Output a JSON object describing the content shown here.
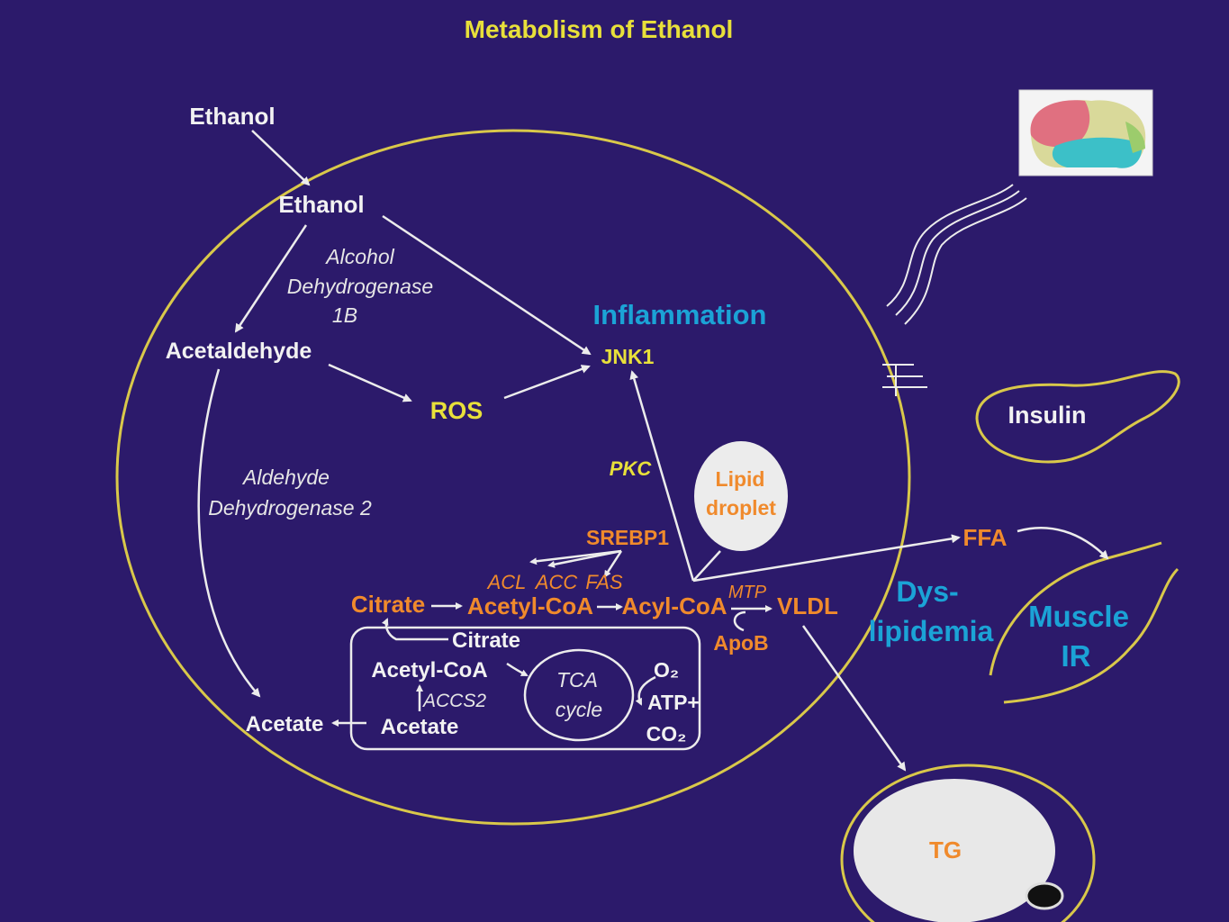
{
  "title": "Metabolism of Ethanol",
  "labels": {
    "ethanol_outside": "Ethanol",
    "ethanol_inside": "Ethanol",
    "adh_line1": "Alcohol",
    "adh_line2": "Dehydrogenase",
    "adh_line3": "1B",
    "acetaldehyde": "Acetaldehyde",
    "aldh_line1": "Aldehyde",
    "aldh_line2": "Dehydrogenase 2",
    "ros": "ROS",
    "inflammation": "Inflammation",
    "jnk1": "JNK1",
    "pkc": "PKC",
    "lipid_line1": "Lipid",
    "lipid_line2": "droplet",
    "srebp1": "SREBP1",
    "acl": "ACL",
    "acc": "ACC",
    "fas": "FAS",
    "citrate_top": "Citrate",
    "acetyl_coa_top": "Acetyl-CoA",
    "acyl_coa": "Acyl-CoA",
    "mtp": "MTP",
    "vldl": "VLDL",
    "apob": "ApoB",
    "citrate_mito": "Citrate",
    "acetyl_coa_mito": "Acetyl-CoA",
    "accs2": "ACCS2",
    "acetate_mito": "Acetate",
    "acetate_cyto": "Acetate",
    "tca_line1": "TCA",
    "tca_line2": "cycle",
    "o2": "O₂",
    "atp": "ATP+",
    "co2": "CO₂",
    "insulin": "Insulin",
    "ffa": "FFA",
    "dys_line1": "Dys-",
    "dys_line2": "lipidemia",
    "muscle_line1": "Muscle",
    "muscle_line2": "IR",
    "tg": "TG"
  },
  "colors": {
    "background": "#2c1a6b",
    "membrane": "#d9c84a",
    "white_text": "#f2f2f2",
    "yellow_text": "#e8e03a",
    "orange_text": "#f08a2c",
    "blue_text": "#1ba3d6"
  },
  "icons": [
    "brain-icon",
    "adipocyte-icon",
    "pancreas-icon",
    "muscle-icon"
  ]
}
